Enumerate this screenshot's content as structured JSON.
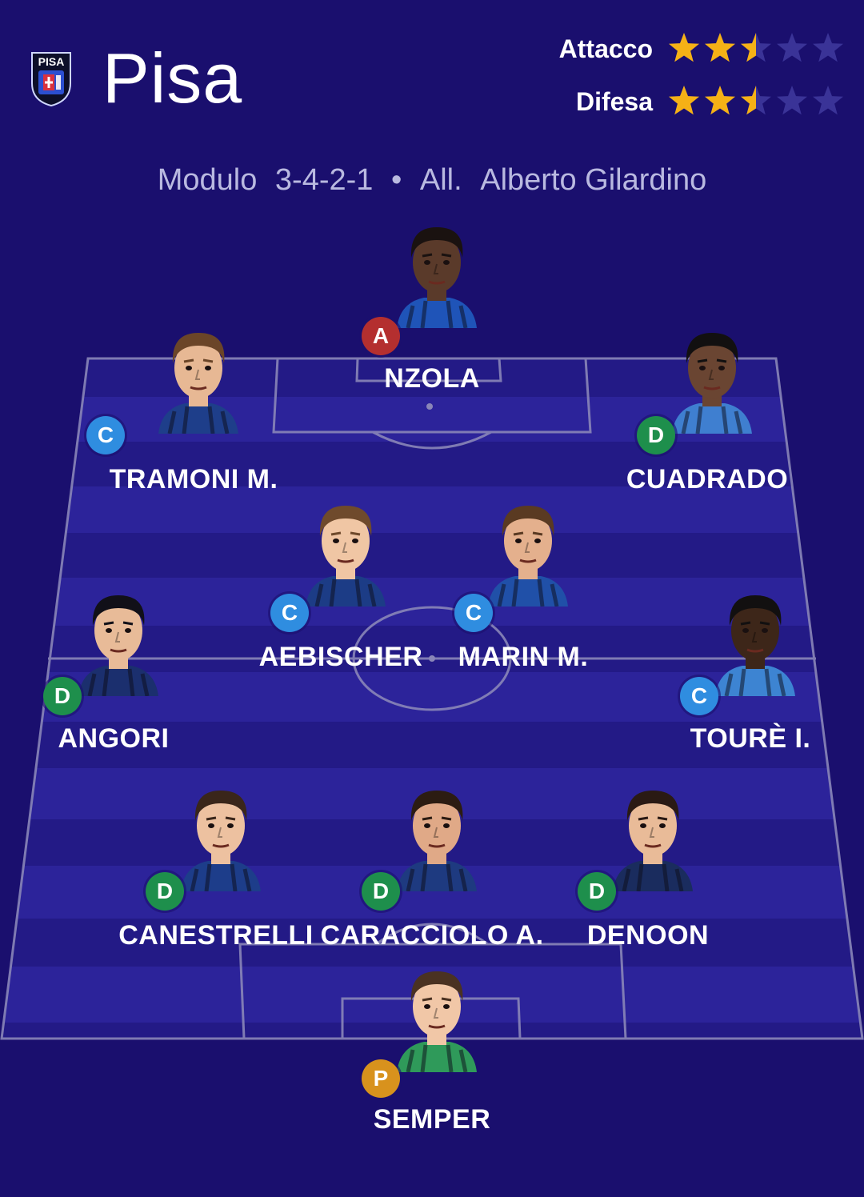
{
  "team": {
    "name": "Pisa",
    "logo_text": "PISA"
  },
  "ratings": {
    "attack": {
      "label": "Attacco",
      "value": 2.5,
      "max": 5
    },
    "defense": {
      "label": "Difesa",
      "value": 2.5,
      "max": 5
    }
  },
  "formation": {
    "label": "Modulo",
    "value": "3-4-2-1",
    "separator": "•",
    "coach_label": "All.",
    "coach": "Alberto Gilardino"
  },
  "colors": {
    "background": "#1a0f6e",
    "badge_A": "#b42f2f",
    "badge_C": "#2f8de0",
    "badge_D": "#1e8f4c",
    "badge_P": "#d8921d",
    "star_on": "#f5b116",
    "star_off": "#3a3397"
  },
  "players": [
    {
      "name": "NZOLA",
      "role": "A"
    },
    {
      "name": "TRAMONI M.",
      "role": "C"
    },
    {
      "name": "CUADRADO",
      "role": "D"
    },
    {
      "name": "AEBISCHER",
      "role": "C"
    },
    {
      "name": "MARIN M.",
      "role": "C"
    },
    {
      "name": "ANGORI",
      "role": "D"
    },
    {
      "name": "TOURÈ I.",
      "role": "C"
    },
    {
      "name": "CANESTRELLI",
      "role": "D"
    },
    {
      "name": "CARACCIOLO A.",
      "role": "D"
    },
    {
      "name": "DENOON",
      "role": "D"
    },
    {
      "name": "SEMPER",
      "role": "P"
    }
  ]
}
